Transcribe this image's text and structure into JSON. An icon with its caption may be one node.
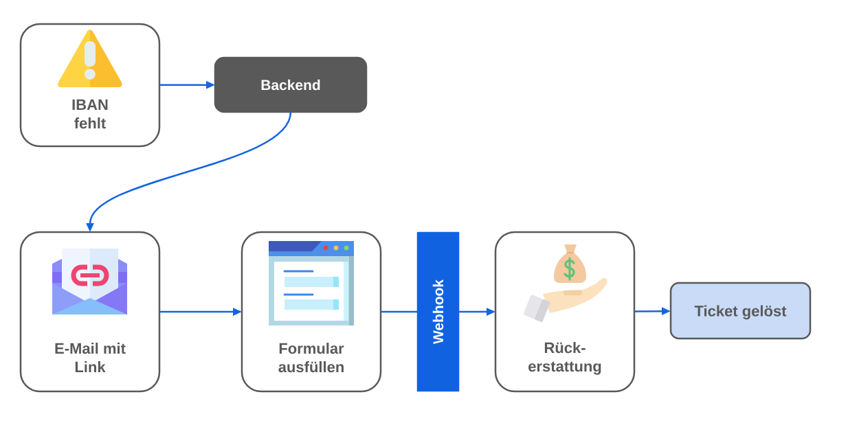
{
  "diagram": {
    "nodes": [
      {
        "text": [
          "IBAN fehlt"
        ]
      },
      {
        "text": [
          "Backend"
        ]
      },
      {
        "text": [
          "E-Mail mit Link"
        ]
      },
      {
        "text": [
          "Formular ausfüllen"
        ]
      },
      {
        "text": [
          "Webhook"
        ]
      },
      {
        "text": [
          "Rück- erstattung"
        ]
      },
      {
        "text": [
          "Ticket gelöst"
        ]
      }
    ],
    "edges": [
      {
        "from": 0,
        "to": 1,
        "arrow": "to"
      },
      {
        "from": 1,
        "to": 2,
        "arrow": "to"
      },
      {
        "from": 2,
        "to": 3,
        "arrow": "to"
      },
      {
        "from": 3,
        "to": 4,
        "arrow": "none"
      },
      {
        "from": 4,
        "to": 5,
        "arrow": "to"
      },
      {
        "from": 5,
        "to": 6,
        "arrow": "to"
      }
    ]
  }
}
